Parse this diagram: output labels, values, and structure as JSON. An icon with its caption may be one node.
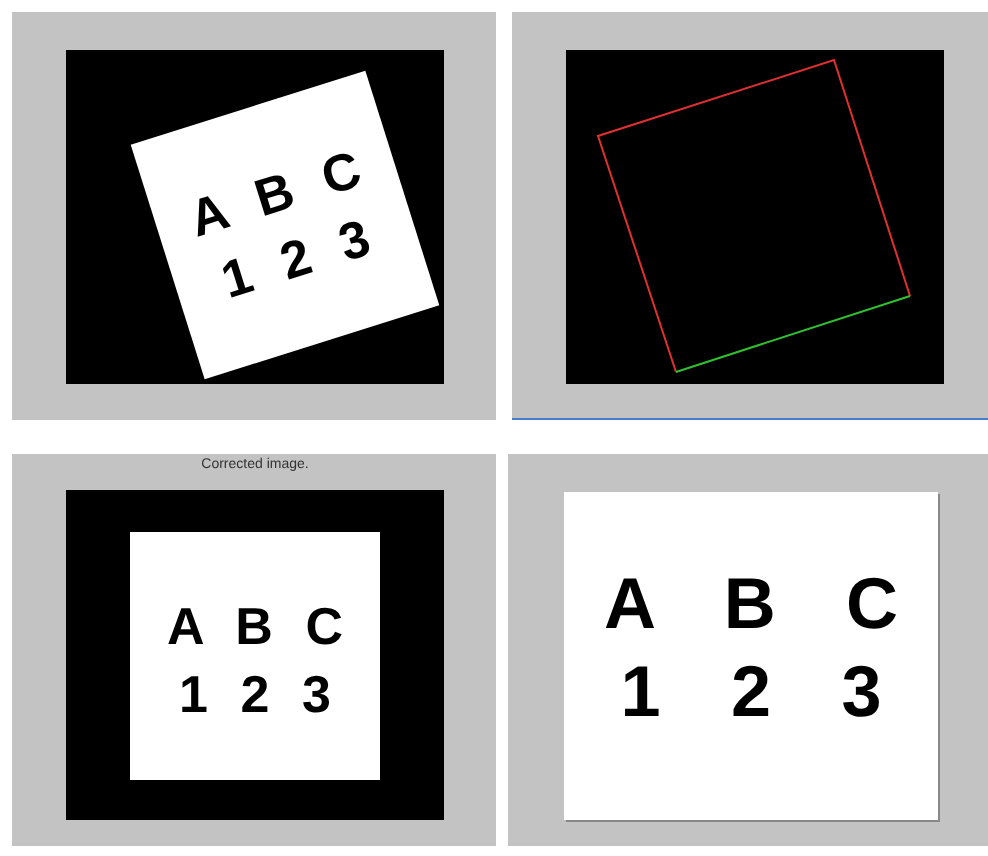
{
  "diagram": {
    "labels": [
      "A B C",
      "1 2 3",
      "Corrected image.",
      "A B C",
      "1 2 3",
      "A B C",
      "1 2 3"
    ]
  }
}
